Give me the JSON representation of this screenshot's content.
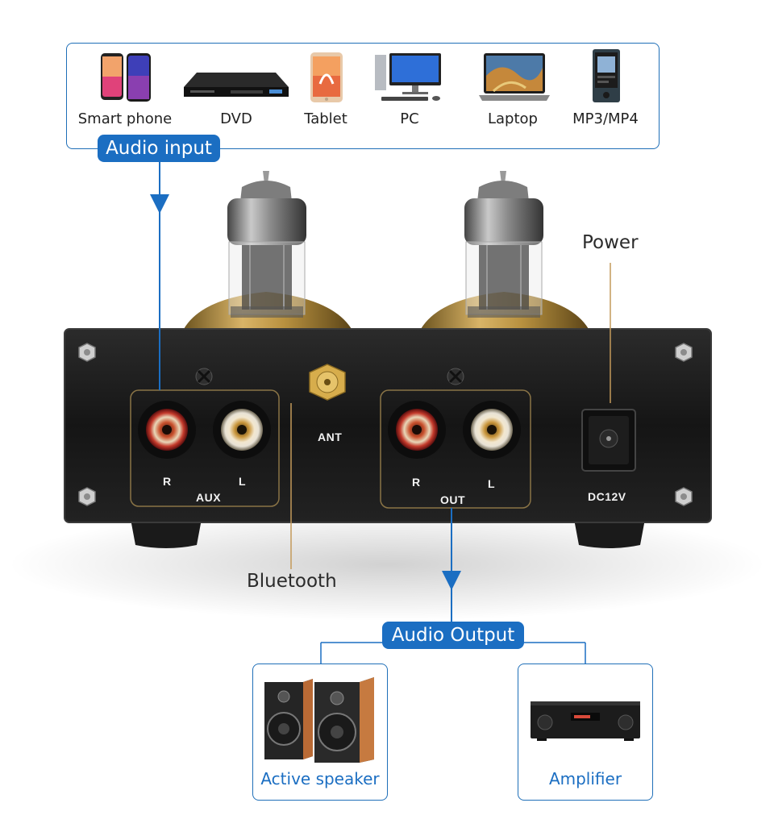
{
  "input": {
    "badge": "Audio input",
    "devices": [
      {
        "label": "Smart phone",
        "icon": "smartphone-icon"
      },
      {
        "label": "DVD",
        "icon": "dvd-player-icon"
      },
      {
        "label": "Tablet",
        "icon": "tablet-icon"
      },
      {
        "label": "PC",
        "icon": "desktop-pc-icon"
      },
      {
        "label": "Laptop",
        "icon": "laptop-icon"
      },
      {
        "label": "MP3/MP4",
        "icon": "mp3-player-icon"
      }
    ]
  },
  "callouts": {
    "power": "Power",
    "bluetooth": "Bluetooth"
  },
  "panel": {
    "aux": "AUX",
    "out": "OUT",
    "ant": "ANT",
    "dc": "DC12V",
    "r": "R",
    "l": "L"
  },
  "output": {
    "badge": "Audio Output",
    "devices": [
      {
        "label": "Active speaker",
        "icon": "speaker-icon"
      },
      {
        "label": "Amplifier",
        "icon": "amplifier-icon"
      }
    ]
  },
  "colors": {
    "accent": "#1b6ec2",
    "gold": "#c7a35a",
    "panel": "#1a1a1a"
  }
}
